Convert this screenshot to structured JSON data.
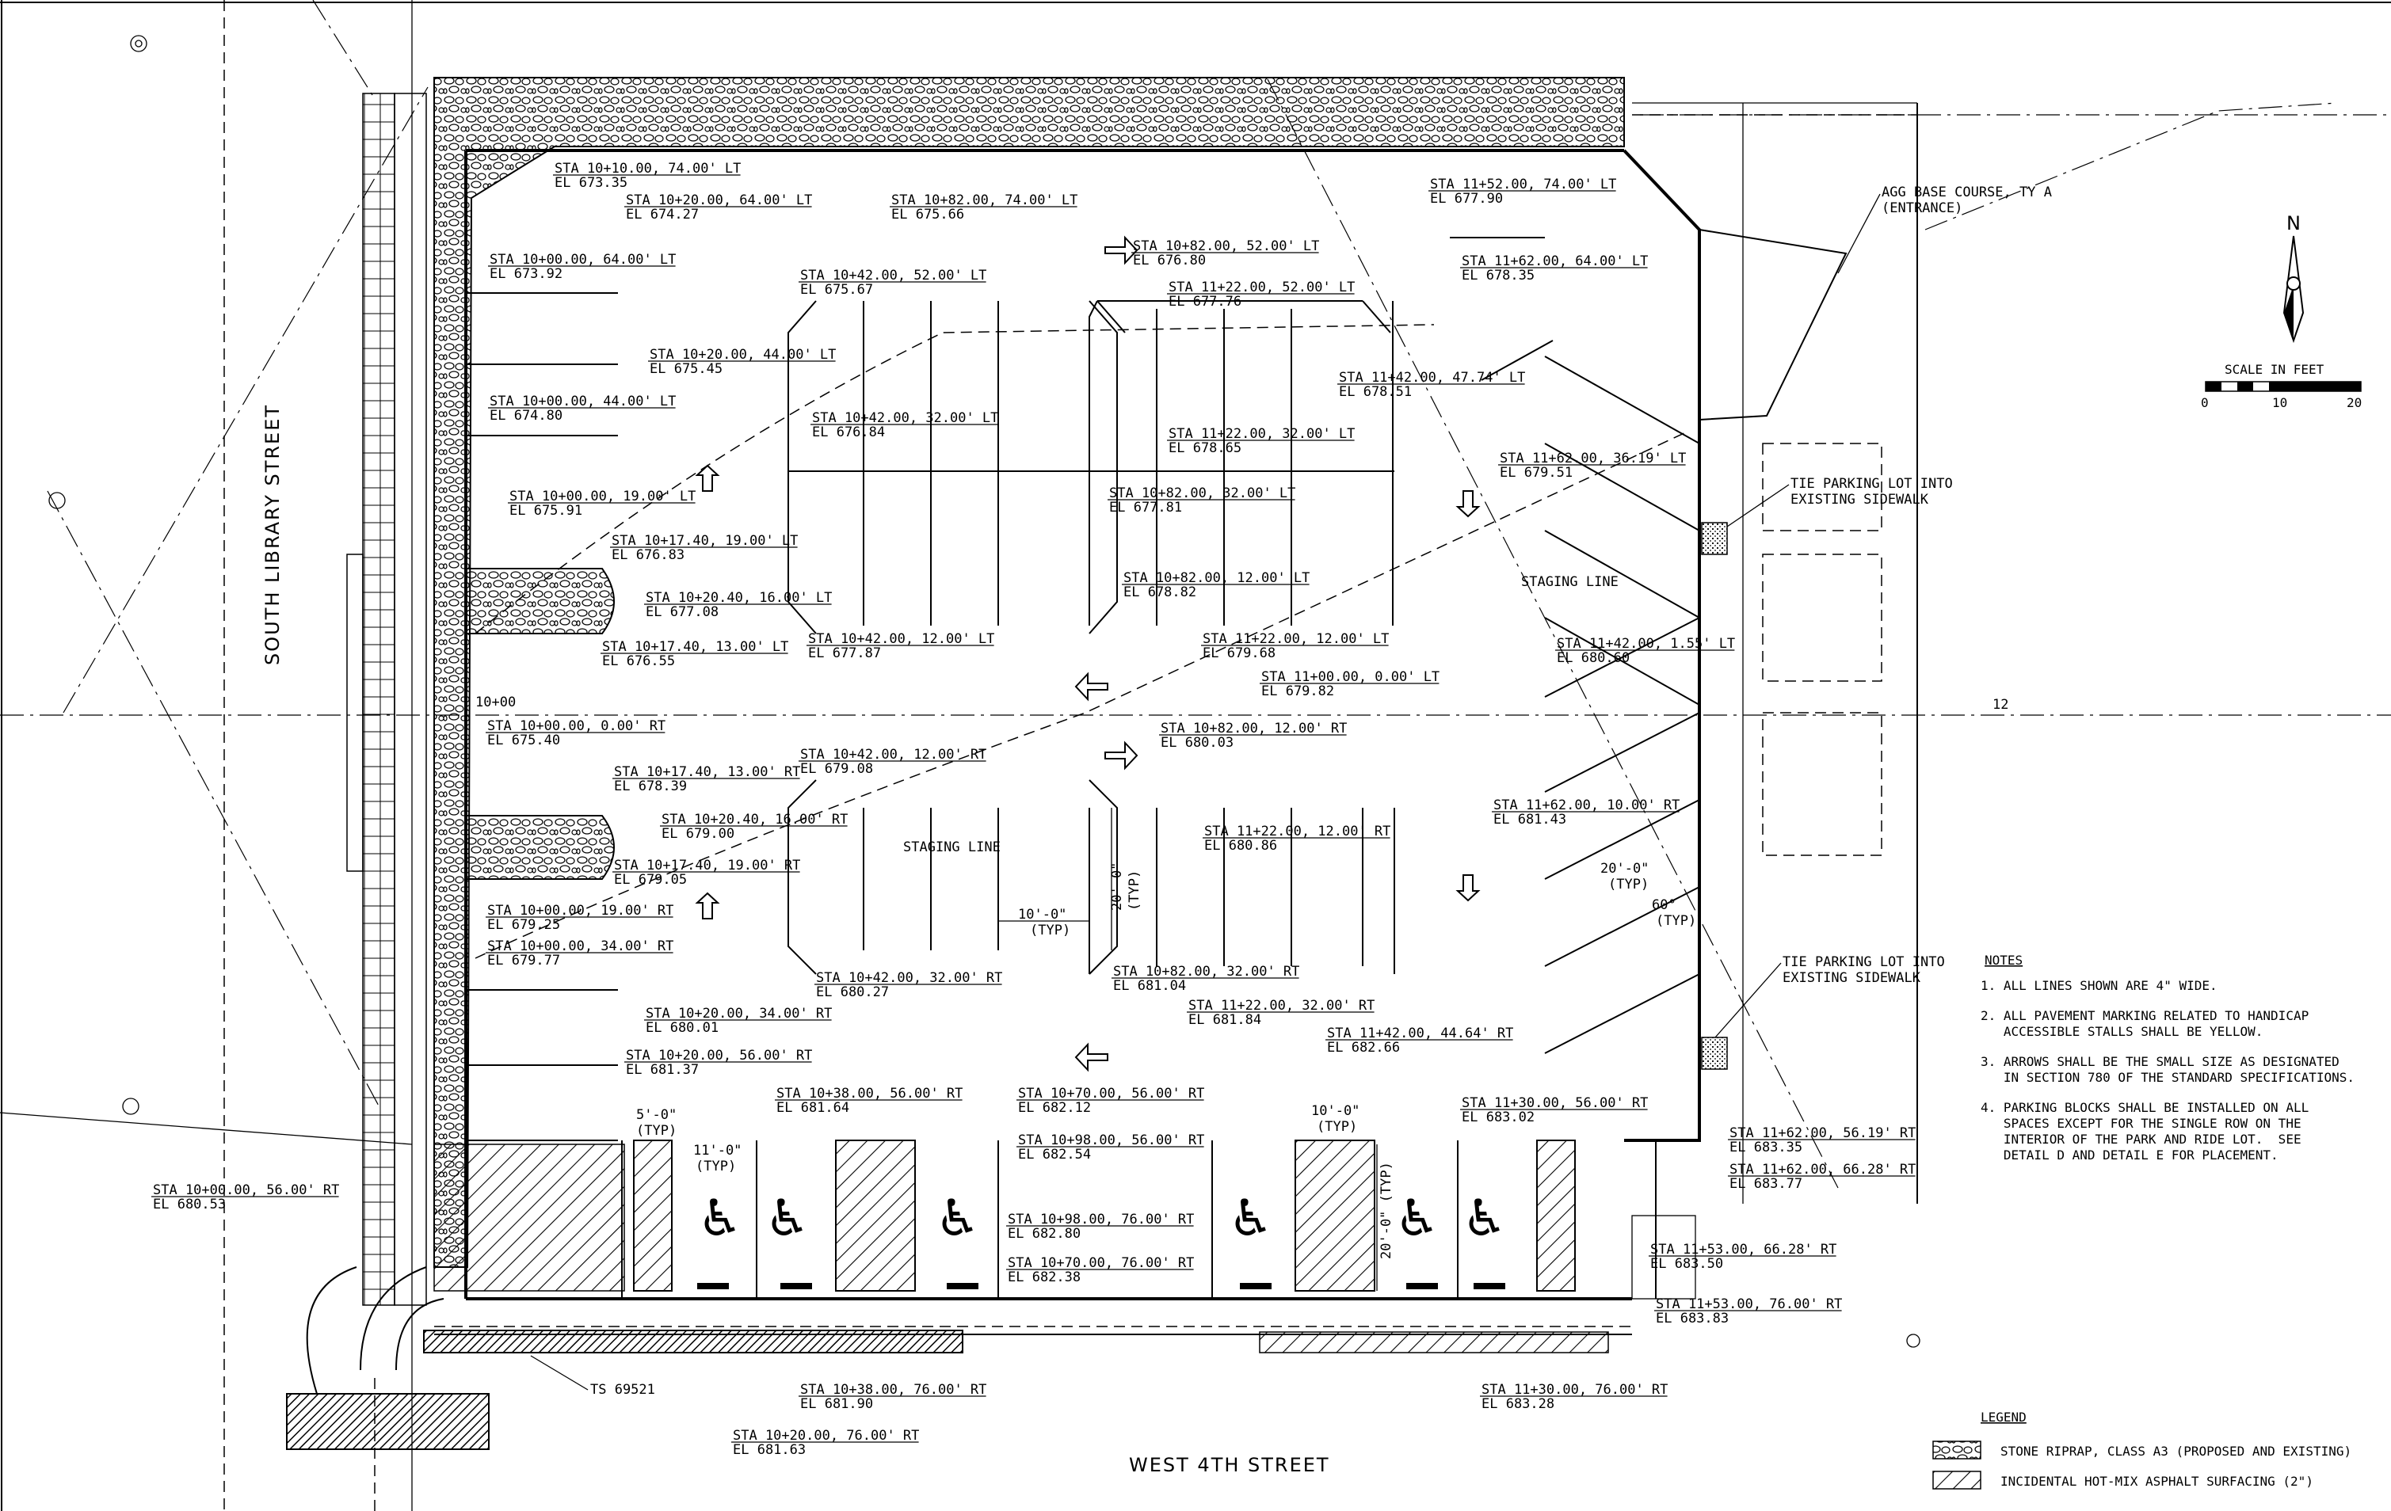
{
  "streets": {
    "west": "SOUTH LIBRARY STREET",
    "south": "WEST 4TH STREET"
  },
  "north_arrow": "N",
  "scale": {
    "title": "SCALE IN FEET",
    "ticks": [
      "0",
      "10",
      "20"
    ]
  },
  "station_marks": {
    "sta_10": "10+00",
    "sta_12": "12"
  },
  "staging_line": "STAGING LINE",
  "callouts": {
    "agg_base": [
      "AGG BASE COURSE, TY A",
      "(ENTRANCE)"
    ],
    "tie_top": [
      "TIE PARKING LOT INTO",
      "EXISTING SIDEWALK"
    ],
    "tie_bottom": [
      "TIE PARKING LOT INTO",
      "EXISTING SIDEWALK"
    ],
    "ts": "TS 69521"
  },
  "dimensions": {
    "d1": "10'-0\"",
    "d1t": "(TYP)",
    "d2": "20'-0\"",
    "d2t": "(TYP)",
    "d3": "20'-0\"",
    "d3t": "(TYP)",
    "d4": "60°",
    "d4t": "(TYP)",
    "d5": "5'-0\"",
    "d5t": "(TYP)",
    "d6": "11'-0\"",
    "d6t": "(TYP)",
    "d7": "10'-0\"",
    "d7t": "(TYP)",
    "d8": "20'-0\" (TYP)"
  },
  "stations": [
    {
      "sta": "STA 10+10.00, 74.00' LT",
      "el": "EL 673.35"
    },
    {
      "sta": "STA 10+20.00, 64.00' LT",
      "el": "EL 674.27"
    },
    {
      "sta": "STA 10+82.00, 74.00' LT",
      "el": "EL 675.66"
    },
    {
      "sta": "STA 10+00.00, 64.00' LT",
      "el": "EL 673.92"
    },
    {
      "sta": "STA 10+42.00, 52.00' LT",
      "el": "EL 675.67"
    },
    {
      "sta": "STA 10+82.00, 52.00' LT",
      "el": "EL 676.80"
    },
    {
      "sta": "STA 11+22.00, 52.00' LT",
      "el": "EL 677.76"
    },
    {
      "sta": "STA 11+52.00, 74.00' LT",
      "el": "EL 677.90"
    },
    {
      "sta": "STA 11+62.00, 64.00' LT",
      "el": "EL 678.35"
    },
    {
      "sta": "STA 10+20.00, 44.00' LT",
      "el": "EL 675.45"
    },
    {
      "sta": "STA 10+00.00, 44.00' LT",
      "el": "EL 674.80"
    },
    {
      "sta": "STA 11+42.00, 47.74' LT",
      "el": "EL 678.51"
    },
    {
      "sta": "STA 10+42.00, 32.00' LT",
      "el": "EL 676.84"
    },
    {
      "sta": "STA 11+22.00, 32.00' LT",
      "el": "EL 678.65"
    },
    {
      "sta": "STA 11+62.00, 36.19' LT",
      "el": "EL 679.51"
    },
    {
      "sta": "STA 10+00.00, 19.00' LT",
      "el": "EL 675.91"
    },
    {
      "sta": "STA 10+82.00, 32.00' LT",
      "el": "EL 677.81"
    },
    {
      "sta": "STA 10+17.40, 19.00' LT",
      "el": "EL 676.83"
    },
    {
      "sta": "STA 10+20.40, 16.00' LT",
      "el": "EL 677.08"
    },
    {
      "sta": "STA 10+82.00, 12.00' LT",
      "el": "EL 678.82"
    },
    {
      "sta": "STA 10+17.40, 13.00' LT",
      "el": "EL 676.55"
    },
    {
      "sta": "STA 10+42.00, 12.00' LT",
      "el": "EL 677.87"
    },
    {
      "sta": "STA 11+22.00, 12.00' LT",
      "el": "EL 679.68"
    },
    {
      "sta": "STA 11+42.00, 1.55' LT",
      "el": "EL 680.60"
    },
    {
      "sta": "STA 11+00.00, 0.00' LT",
      "el": "EL 679.82"
    },
    {
      "sta": "STA 10+00.00, 0.00' RT",
      "el": "EL 675.40"
    },
    {
      "sta": "STA 10+82.00, 12.00' RT",
      "el": "EL 680.03"
    },
    {
      "sta": "STA 10+42.00, 12.00' RT",
      "el": "EL 679.08"
    },
    {
      "sta": "STA 10+17.40, 13.00' RT",
      "el": "EL 678.39"
    },
    {
      "sta": "STA 11+62.00, 10.00' RT",
      "el": "EL 681.43"
    },
    {
      "sta": "STA 10+20.40, 16.00' RT",
      "el": "EL 679.00"
    },
    {
      "sta": "STA 11+22.00, 12.00' RT",
      "el": "EL 680.86"
    },
    {
      "sta": "STA 10+17.40, 19.00' RT",
      "el": "EL 679.05"
    },
    {
      "sta": "STA 10+00.00, 19.00' RT",
      "el": "EL 679.25"
    },
    {
      "sta": "STA 10+00.00, 34.00' RT",
      "el": "EL 679.77"
    },
    {
      "sta": "STA 10+42.00, 32.00' RT",
      "el": "EL 680.27"
    },
    {
      "sta": "STA 10+82.00, 32.00' RT",
      "el": "EL 681.04"
    },
    {
      "sta": "STA 10+20.00, 34.00' RT",
      "el": "EL 680.01"
    },
    {
      "sta": "STA 11+22.00, 32.00' RT",
      "el": "EL 681.84"
    },
    {
      "sta": "STA 11+42.00, 44.64' RT",
      "el": "EL 682.66"
    },
    {
      "sta": "STA 10+20.00, 56.00' RT",
      "el": "EL 681.37"
    },
    {
      "sta": "STA 10+38.00, 56.00' RT",
      "el": "EL 681.64"
    },
    {
      "sta": "STA 10+70.00, 56.00' RT",
      "el": "EL 682.12"
    },
    {
      "sta": "STA 11+30.00, 56.00' RT",
      "el": "EL 683.02"
    },
    {
      "sta": "STA 10+98.00, 56.00' RT",
      "el": "EL 682.54"
    },
    {
      "sta": "STA 11+62.00, 56.19' RT",
      "el": "EL 683.35"
    },
    {
      "sta": "STA 11+62.00, 66.28' RT",
      "el": "EL 683.77"
    },
    {
      "sta": "STA 10+00.00, 56.00' RT",
      "el": "EL 680.53"
    },
    {
      "sta": "STA 10+98.00, 76.00' RT",
      "el": "EL 682.80"
    },
    {
      "sta": "STA 10+70.00, 76.00' RT",
      "el": "EL 682.38"
    },
    {
      "sta": "STA 11+53.00, 66.28' RT",
      "el": "EL 683.50"
    },
    {
      "sta": "STA 11+53.00, 76.00' RT",
      "el": "EL 683.83"
    },
    {
      "sta": "STA 10+38.00, 76.00' RT",
      "el": "EL 681.90"
    },
    {
      "sta": "STA 11+30.00, 76.00' RT",
      "el": "EL 683.28"
    },
    {
      "sta": "STA 10+20.00, 76.00' RT",
      "el": "EL 681.63"
    }
  ],
  "notes": {
    "title": "NOTES",
    "items": [
      [
        "1. ALL LINES SHOWN ARE 4\" WIDE."
      ],
      [
        "2. ALL PAVEMENT MARKING RELATED TO HANDICAP",
        "   ACCESSIBLE STALLS SHALL BE YELLOW."
      ],
      [
        "3. ARROWS SHALL BE THE SMALL SIZE AS DESIGNATED",
        "   IN SECTION 780 OF THE STANDARD SPECIFICATIONS."
      ],
      [
        "4. PARKING BLOCKS SHALL BE INSTALLED ON ALL",
        "   SPACES EXCEPT FOR THE SINGLE ROW ON THE",
        "   INTERIOR OF THE PARK AND RIDE LOT.  SEE",
        "   DETAIL D AND DETAIL E FOR PLACEMENT."
      ]
    ]
  },
  "legend": {
    "title": "LEGEND",
    "items": [
      "STONE RIPRAP, CLASS A3 (PROPOSED AND EXISTING)",
      "INCIDENTAL HOT-MIX ASPHALT SURFACING (2\")"
    ]
  }
}
